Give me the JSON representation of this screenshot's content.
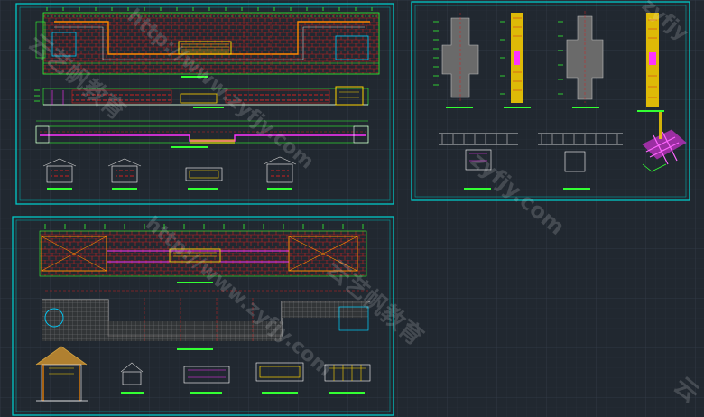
{
  "canvas": {
    "background": "#212830",
    "grid_color": "#2c3540",
    "frame_color": "#00c8c8",
    "accent_green": "#33ff33",
    "accent_red": "#ff3030",
    "accent_yellow": "#ffd400",
    "accent_magenta": "#ff33ff"
  },
  "watermarks": {
    "w1": "http://www.zyfjy.com",
    "w2": "http://www.zyfjy.com",
    "w3": "云艺帆教育",
    "w4": "云艺帆教育",
    "w5": "zyfjy.com",
    "w6": "云",
    "w7": "zyfjy"
  }
}
